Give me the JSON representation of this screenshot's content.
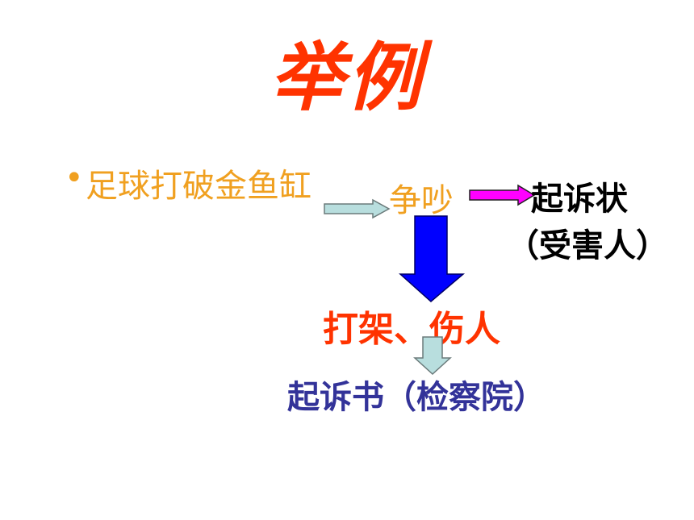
{
  "title": "举例",
  "bullet": {
    "symbol": "•",
    "text": "足球打破金鱼缸"
  },
  "flow": {
    "quarrel": "争吵",
    "complaint": "起诉状",
    "victim": "（受害人）",
    "fight": "打架、伤人",
    "indictment": "起诉书（检察院）"
  },
  "colors": {
    "title": "#ff3300",
    "orange_text": "#f0a020",
    "arrow_light": "#b8dede",
    "arrow_magenta": "#ff00ff",
    "arrow_blue": "#0000ff",
    "indictment": "#333399"
  },
  "icons": [
    "arrow-right-icon",
    "arrow-right-magenta-icon",
    "arrow-down-blue-icon",
    "arrow-down-light-icon"
  ]
}
